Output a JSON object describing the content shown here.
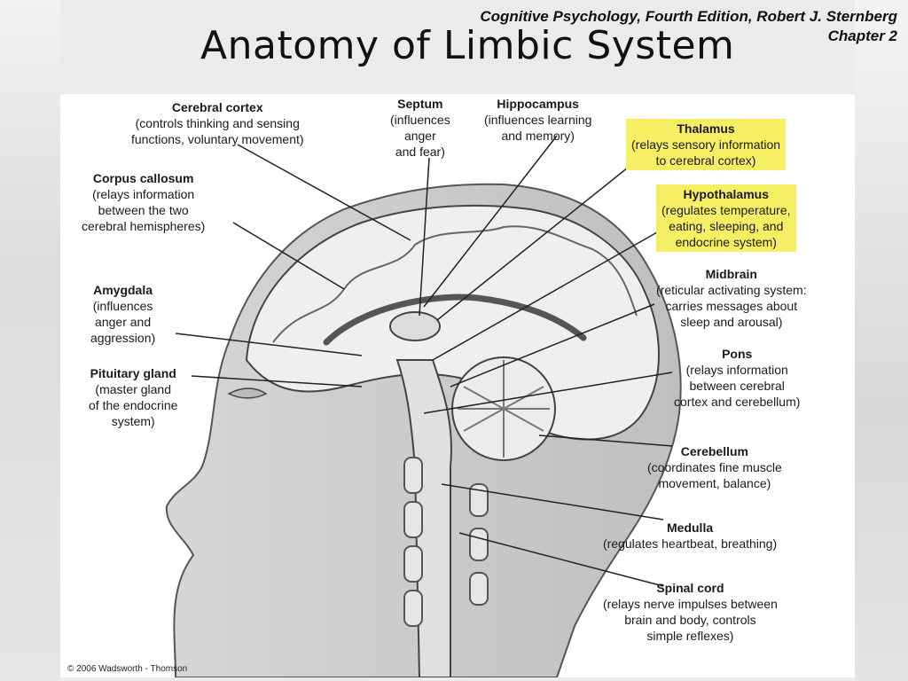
{
  "header": {
    "credit_line1": "Cognitive Psychology, Fourth Edition, Robert J. Sternberg",
    "credit_line2": "Chapter 2",
    "title": "Anatomy of Limbic System"
  },
  "figure": {
    "copyright": "© 2006 Wadsworth - Thomson",
    "highlight_color": "#f6ef63",
    "labels": [
      {
        "name": "Cerebral cortex",
        "desc": "(controls thinking and sensing\nfunctions, voluntary movement)",
        "highlighted": false
      },
      {
        "name": "Septum",
        "desc": "(influences\nanger\nand fear)",
        "highlighted": false
      },
      {
        "name": "Hippocampus",
        "desc": "(influences learning\nand memory)",
        "highlighted": false
      },
      {
        "name": "Thalamus",
        "desc": "(relays sensory information\nto cerebral cortex)",
        "highlighted": true
      },
      {
        "name": "Hypothalamus",
        "desc": "(regulates temperature,\neating, sleeping, and\nendocrine system)",
        "highlighted": true
      },
      {
        "name": "Corpus callosum",
        "desc": "(relays information\nbetween the two\ncerebral hemispheres)",
        "highlighted": false
      },
      {
        "name": "Midbrain",
        "desc": "(reticular activating system:\ncarries messages about\nsleep and arousal)",
        "highlighted": false
      },
      {
        "name": "Amygdala",
        "desc": "(influences\nanger and\naggression)",
        "highlighted": false
      },
      {
        "name": "Pons",
        "desc": "(relays information\nbetween cerebral\ncortex and cerebellum)",
        "highlighted": false
      },
      {
        "name": "Pituitary gland",
        "desc": "(master gland\nof the endocrine\nsystem)",
        "highlighted": false
      },
      {
        "name": "Cerebellum",
        "desc": "(coordinates fine muscle\nmovement, balance)",
        "highlighted": false
      },
      {
        "name": "Medulla",
        "desc": "(regulates heartbeat, breathing)",
        "highlighted": false
      },
      {
        "name": "Spinal cord",
        "desc": "(relays nerve impulses between\nbrain and body, controls\nsimple reflexes)",
        "highlighted": false
      }
    ]
  }
}
